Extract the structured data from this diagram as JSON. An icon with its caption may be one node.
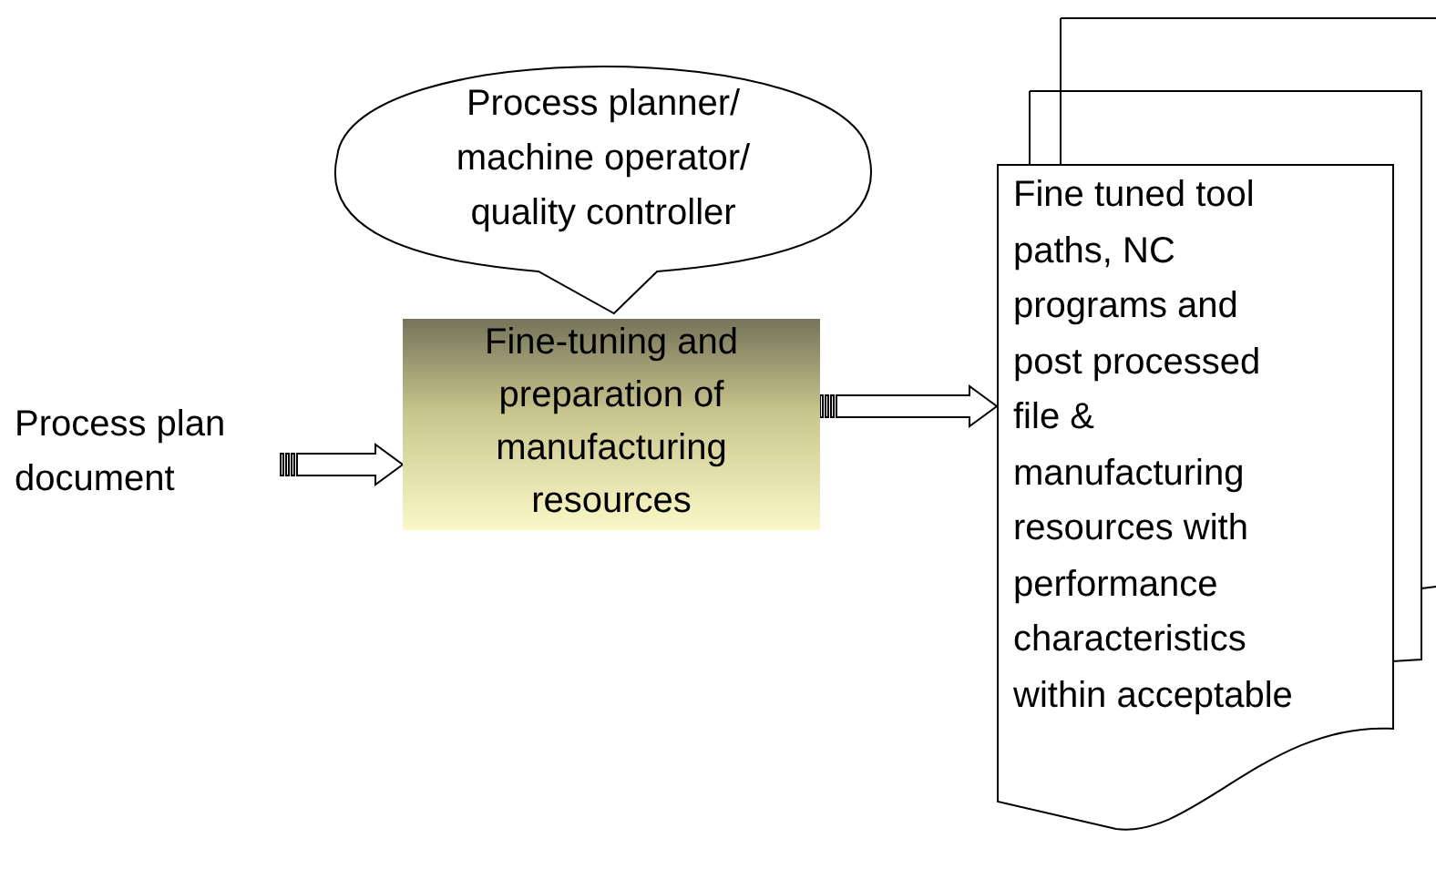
{
  "diagram": {
    "nodes": [
      {
        "text": [
          "Process planner/ machine operator/ quality controller"
        ]
      },
      {
        "text": [
          "Process plan document"
        ]
      },
      {
        "text": [
          "Fine-tuning and preparation of manufacturing resources"
        ]
      },
      {
        "text": [
          "Fine tuned tool paths, NC programs and post processed file & manufacturing resources with performance characteristics within acceptable"
        ]
      }
    ],
    "edges": [
      {
        "from": 1,
        "to": 2,
        "arrow": "to"
      },
      {
        "from": 2,
        "to": 3,
        "arrow": "to"
      }
    ]
  }
}
